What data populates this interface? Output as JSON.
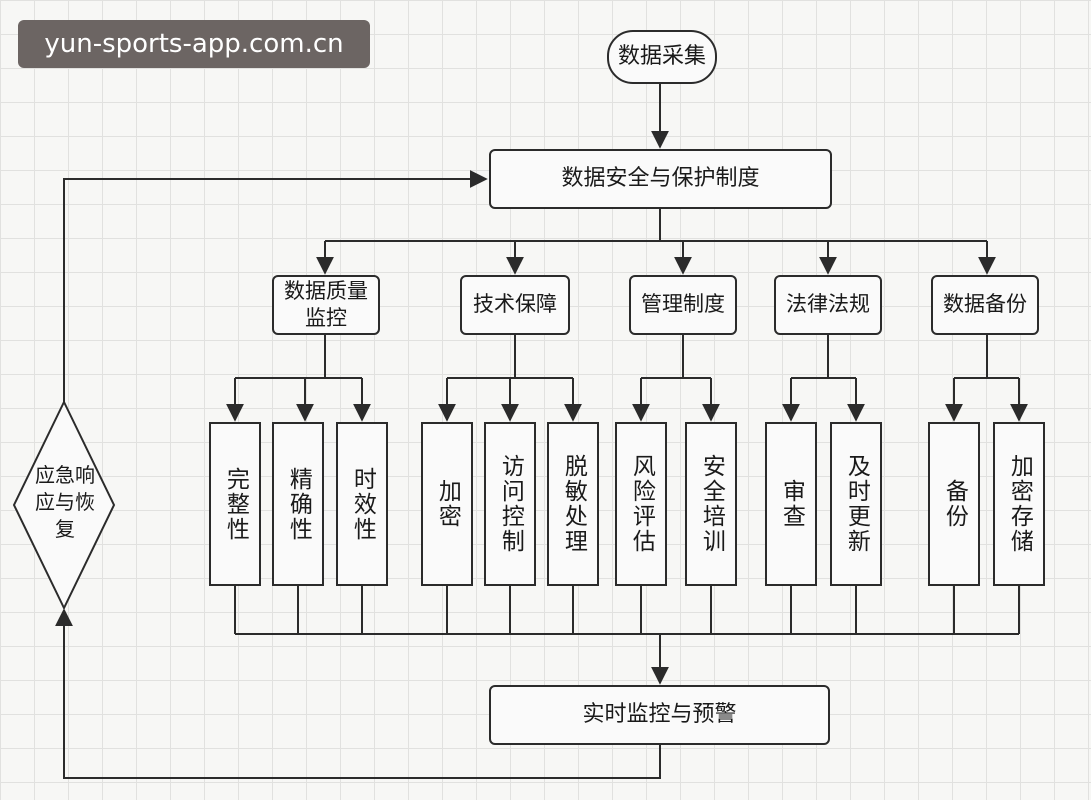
{
  "watermark": "yun-sports-app.com.cn",
  "nodes": {
    "collection": "数据采集",
    "policy": "数据安全与保护制度",
    "quality": "数据质量监控",
    "tech": "技术保障",
    "management": "管理制度",
    "legal": "法律法规",
    "backup_cat": "数据备份",
    "integrity": "完整性",
    "accuracy": "精确性",
    "timeliness": "时效性",
    "encryption": "加密",
    "access_control": "访问控制",
    "desensitization": "脱敏处理",
    "risk_assessment": "风险评估",
    "security_training": "安全培训",
    "audit": "审查",
    "timely_update": "及时更新",
    "backup": "备份",
    "encrypted_storage": "加密存储",
    "monitoring": "实时监控与预警",
    "emergency": "应急响应与恢复"
  },
  "colors": {
    "line": "#2b2b2b",
    "box_fill": "#fafafa",
    "watermark_bg": "#6c6563"
  }
}
